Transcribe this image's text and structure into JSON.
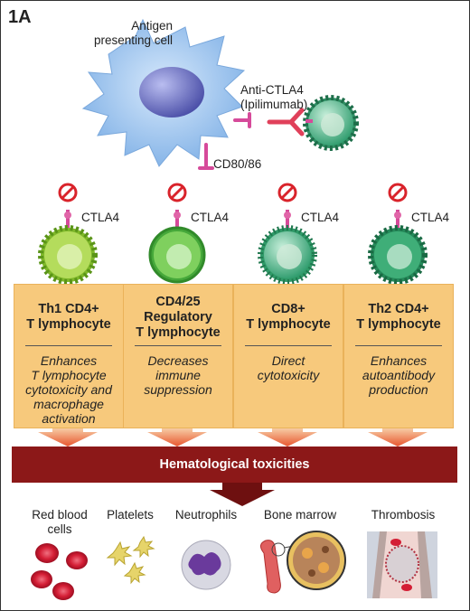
{
  "figure_label": "1A",
  "apc_label": "Antigen\npresenting cell",
  "drug_label": "Anti-CTLA4\n(Ipilimumab)",
  "ligand_label": "CD80/86",
  "receptor_label": "CTLA4",
  "cells": [
    {
      "title": "Th1 CD4+\nT lymphocyte",
      "effect": "Enhances\nT lymphocyte\ncytotoxicity and\nmacrophage\nactivation",
      "color": "#9ccc3a"
    },
    {
      "title": "CD4/25\nRegulatory\nT lymphocyte",
      "effect": "Decreases\nimmune\nsuppression",
      "color": "#5cbf3f"
    },
    {
      "title": "CD8+\nT lymphocyte",
      "effect": "Direct\ncytotoxicity",
      "color": "#3fb07a"
    },
    {
      "title": "Th2 CD4+\nT lymphocyte",
      "effect": "Enhances\nautoantibody\nproduction",
      "color": "#2f9e6a"
    }
  ],
  "banner": "Hematological toxicities",
  "toxicities": [
    "Red blood\ncells",
    "Platelets",
    "Neutrophils",
    "Bone marrow",
    "Thrombosis"
  ],
  "colors": {
    "box": "#f7c97c",
    "banner": "#8c1818",
    "apc": "#9fc4ee",
    "nucleus": "#6f74c4",
    "ctla4": "#d64a9a",
    "antibody": "#e0405a",
    "inhibit": "#d9232b"
  }
}
